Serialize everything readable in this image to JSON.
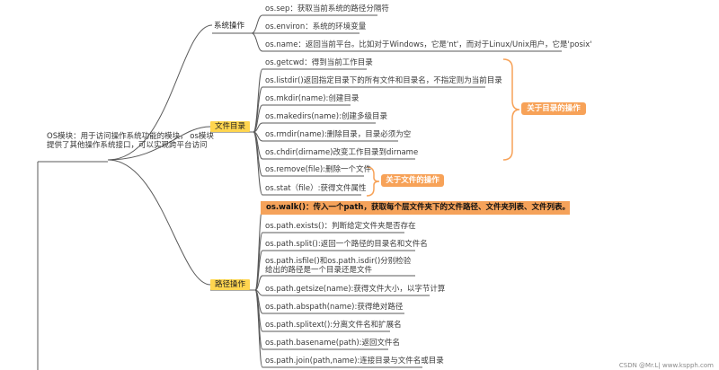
{
  "root": {
    "text": "OS模块：用于访问操作系统功能的模块，  os模块提供了其他操作系统接口，可以实现跨平台访问"
  },
  "categories": {
    "system": "系统操作",
    "file_dir": "文件目录",
    "path": "路径操作"
  },
  "system_items": [
    "os.sep：获取当前系统的路径分隔符",
    "os.environ：系统的环境变量",
    "os.name：返回当前平台。比如对于Windows，它是'nt'，而对于Linux/Unix用户，它是'posix'"
  ],
  "dir_items": [
    "os.getcwd：得到当前工作目录",
    "os.listdir()返回指定目录下的所有文件和目录名，不指定则为当前目录",
    "os.mkdir(name):创建目录",
    "os.makedirs(name):创建多级目录",
    "os.rmdir(name):删除目录，目录必须为空",
    "os.chdir(dirname)改变工作目录到dirname"
  ],
  "file_items": [
    "os.remove(file):删除一个文件",
    "os.stat（file）:获得文件属性"
  ],
  "callouts": {
    "dir": "关于目录的操作",
    "file": "关于文件的操作"
  },
  "walk_item": "os.walk()：传入一个path，获取每个层文件夹下的文件路径、文件夹列表、文件列表。",
  "path_items": [
    "os.path.exists()：判断给定文件夹是否存在",
    "os.path.split():返回一个路径的目录名和文件名",
    "os.path.isfile()和os.path.isdir()分别检验给出的路径是一个目录还是文件",
    "os.path.getsize(name):获得文件大小，以字节计算",
    "os.path.abspath(name):获得绝对路径",
    "os.path.splitext():分离文件名和扩展名",
    "os.path.basename(path):返回文件名",
    "os.path.join(path,name):连接目录与文件名或目录"
  ],
  "watermark": "CSDN @Mr.L| www.kspph.com",
  "colors": {
    "line": "#5a5a5a",
    "orange": "#f7a258",
    "badge": "#ffd54f"
  }
}
